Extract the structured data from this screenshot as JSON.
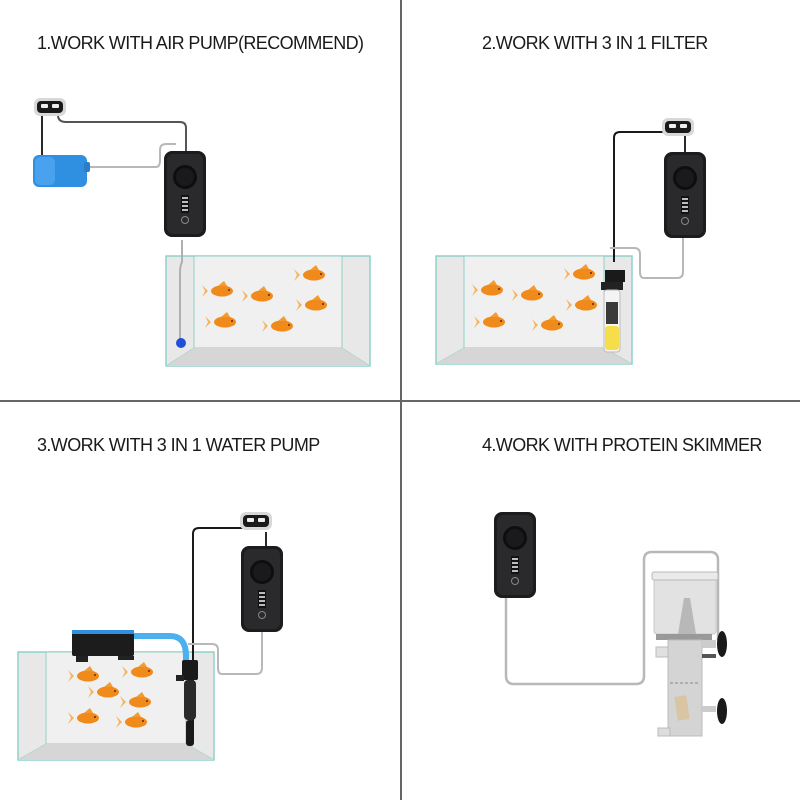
{
  "panels": [
    {
      "id": 1,
      "title": "1.WORK WITH AIR PUMP(RECOMMEND)",
      "components": [
        "power-adapter",
        "air-pump",
        "controller",
        "aquarium-tank",
        "air-stone"
      ],
      "fish_count": 6
    },
    {
      "id": 2,
      "title": "2.WORK WITH 3 IN 1 FILTER",
      "components": [
        "power-adapter",
        "controller",
        "aquarium-tank",
        "3-in-1-filter"
      ],
      "fish_count": 6
    },
    {
      "id": 3,
      "title": "3.WORK WITH 3 IN 1 WATER PUMP",
      "components": [
        "power-adapter",
        "controller",
        "aquarium-tank",
        "3-in-1-water-pump",
        "overhead-filter-box"
      ],
      "fish_count": 6
    },
    {
      "id": 4,
      "title": "4.WORK WITH PROTEIN SKIMMER",
      "components": [
        "controller",
        "protein-skimmer"
      ],
      "fish_count": 0
    }
  ],
  "colors": {
    "divider": "#666666",
    "controller": "#1c1c1e",
    "cable_dark": "#2a2a2a",
    "cable_light": "#b8b8b8",
    "air_pump_blue": "#2f8fe0",
    "tube_blue": "#4ab0ee",
    "fish": "#f08a1a",
    "tank_edge": "#8fd0c8",
    "tank_fill": "#ececec",
    "filter_yellow": "#f6dd4a"
  }
}
